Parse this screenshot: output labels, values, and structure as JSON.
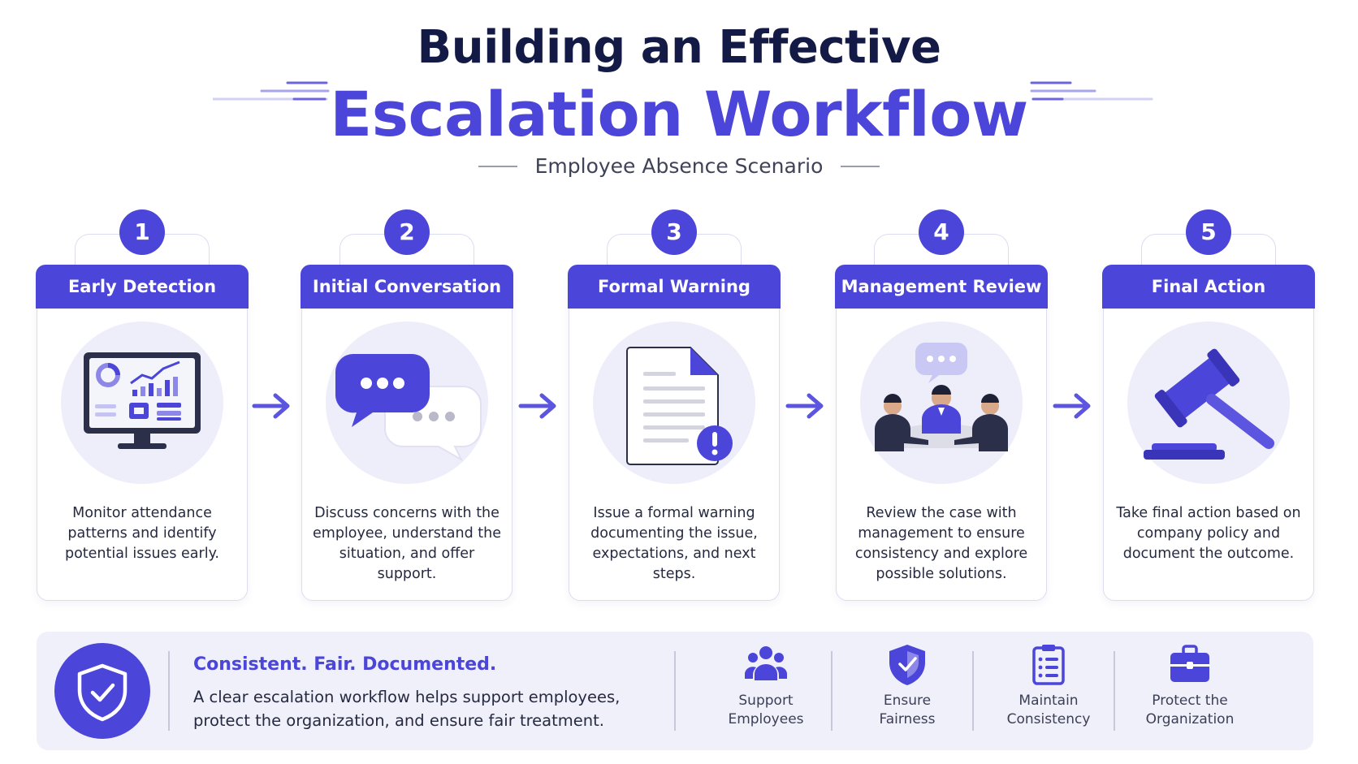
{
  "header": {
    "title_line1": "Building an Effective",
    "title_line2": "Escalation Workflow",
    "subtitle": "Employee Absence Scenario"
  },
  "colors": {
    "accent": "#4b45d9",
    "dark": "#131a46",
    "soft": "#eeeefb"
  },
  "steps": [
    {
      "number": "1",
      "title": "Early Detection",
      "icon": "monitor-dashboard-icon",
      "description": "Monitor attendance patterns and identify potential issues early."
    },
    {
      "number": "2",
      "title": "Initial Conversation",
      "icon": "chat-bubbles-icon",
      "description": "Discuss concerns with the employee, understand the situation, and offer support."
    },
    {
      "number": "3",
      "title": "Formal Warning",
      "icon": "warning-document-icon",
      "description": "Issue a formal warning documenting the issue, expectations, and next steps."
    },
    {
      "number": "4",
      "title": "Management Review",
      "icon": "meeting-people-icon",
      "description": "Review the case with management to ensure consistency and explore possible solutions."
    },
    {
      "number": "5",
      "title": "Final Action",
      "icon": "gavel-icon",
      "description": "Take final action based on company policy and document the outcome."
    }
  ],
  "summary": {
    "icon": "shield-check-icon",
    "title": "Consistent. Fair. Documented.",
    "text": "A clear escalation workflow helps support employees, protect the organization, and ensure fair treatment.",
    "features": [
      {
        "icon": "people-group-icon",
        "line1": "Support",
        "line2": "Employees"
      },
      {
        "icon": "shield-icon",
        "line1": "Ensure",
        "line2": "Fairness"
      },
      {
        "icon": "clipboard-list-icon",
        "line1": "Maintain",
        "line2": "Consistency"
      },
      {
        "icon": "briefcase-icon",
        "line1": "Protect the",
        "line2": "Organization"
      }
    ]
  }
}
